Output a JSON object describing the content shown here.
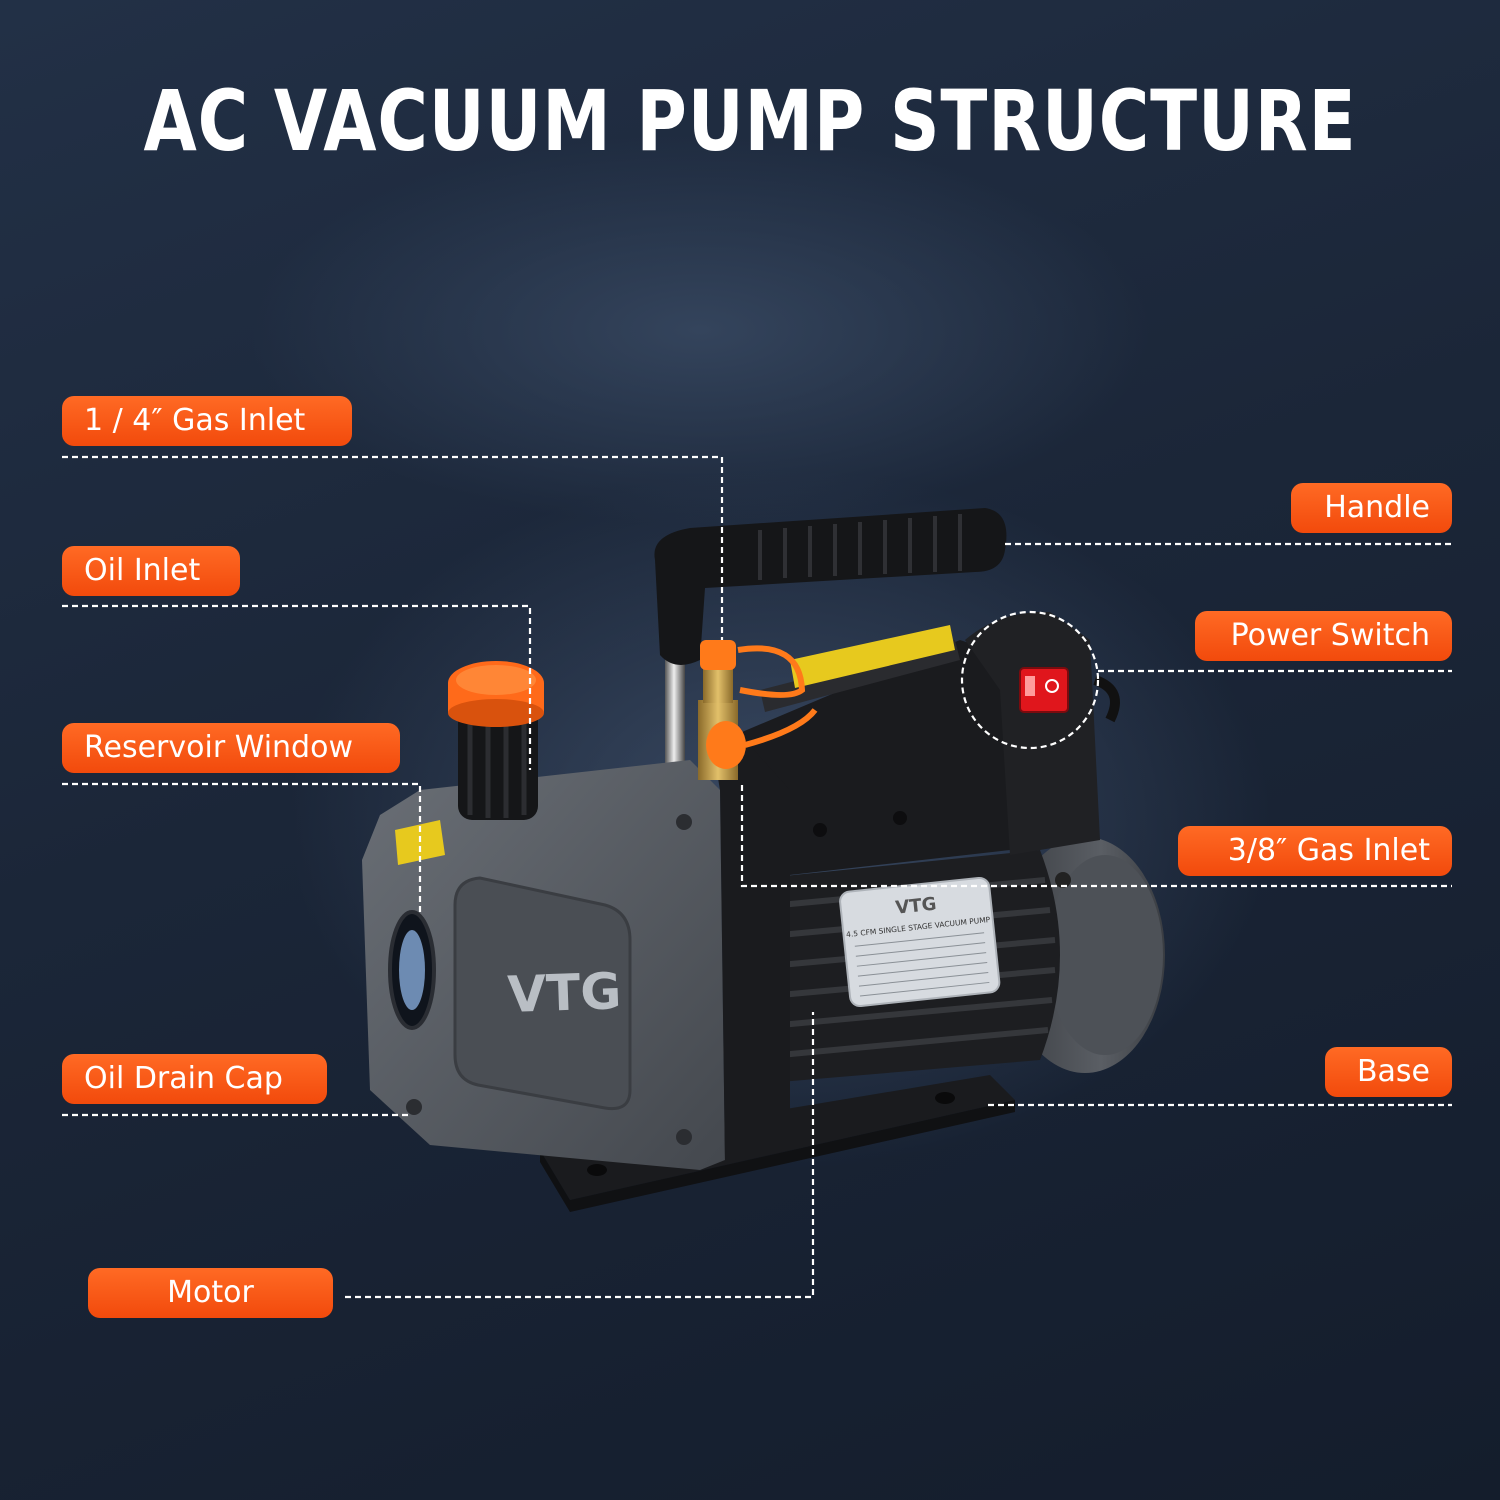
{
  "title": "AC VACUUM PUMP STRUCTURE",
  "labels": {
    "gas_inlet_quarter": "1 / 4″ Gas Inlet",
    "oil_inlet": "Oil Inlet",
    "reservoir_window": "Reservoir Window",
    "oil_drain_cap": "Oil Drain Cap",
    "motor": "Motor",
    "handle": "Handle",
    "power_switch": "Power Switch",
    "gas_inlet_three_eighths": "3/8″ Gas Inlet",
    "base": "Base"
  },
  "brand_logo": "VTG",
  "nameplate": {
    "heading": "4.5 CFM SINGLE STAGE VACUUM PUMP"
  },
  "colors": {
    "callout": "#f24a0c",
    "accent_orange": "#ff7a1a",
    "pump_gray": "#555a61",
    "pump_black": "#1c1d20",
    "switch_red": "#e0161c"
  }
}
